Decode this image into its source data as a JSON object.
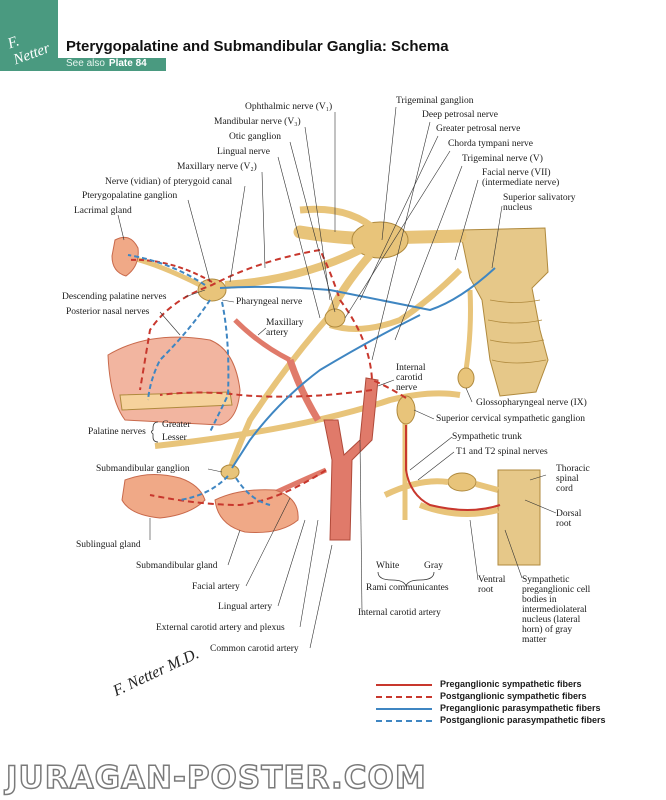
{
  "header": {
    "logo": "F. Netter",
    "title": "Pterygopalatine and Submandibular Ganglia: Schema",
    "see_also": "See also",
    "plate": "Plate 84"
  },
  "labels": {
    "ophthalmic": "Ophthalmic nerve (V₁)",
    "mandibular": "Mandibular nerve (V₃)",
    "otic": "Otic ganglion",
    "lingual_nerve": "Lingual nerve",
    "maxillary_nerve": "Maxillary nerve (V₂)",
    "vidian": "Nerve (vidian) of pterygoid canal",
    "pterygopalatine": "Pterygopalatine ganglion",
    "lacrimal": "Lacrimal gland",
    "trigeminal_ganglion": "Trigeminal ganglion",
    "deep_petrosal": "Deep petrosal nerve",
    "greater_petrosal": "Greater petrosal nerve",
    "chorda": "Chorda tympani nerve",
    "trigeminal_nerve": "Trigeminal nerve (V)",
    "facial_nerve_1": "Facial nerve (VII)",
    "facial_nerve_2": "(intermediate nerve)",
    "sup_salivatory_1": "Superior salivatory",
    "sup_salivatory_2": "nucleus",
    "desc_palatine": "Descending palatine nerves",
    "post_nasal": "Posterior nasal nerves",
    "pharyngeal": "Pharyngeal nerve",
    "maxillary_artery_1": "Maxillary",
    "maxillary_artery_2": "artery",
    "int_carotid_nerve_1": "Internal",
    "int_carotid_nerve_2": "carotid",
    "int_carotid_nerve_3": "nerve",
    "glossopharyngeal": "Glossopharyngeal nerve (IX)",
    "sup_cervical": "Superior cervical sympathetic ganglion",
    "palatine_nerves": "Palatine nerves",
    "greater": "Greater",
    "lesser": "Lesser",
    "sympathetic_trunk": "Sympathetic trunk",
    "t1t2": "T1 and T2 spinal nerves",
    "submandibular_ganglion": "Submandibular ganglion",
    "thoracic_1": "Thoracic",
    "thoracic_2": "spinal",
    "thoracic_3": "cord",
    "dorsal_1": "Dorsal",
    "dorsal_2": "root",
    "sublingual": "Sublingual gland",
    "submandibular_gland": "Submandibular gland",
    "white": "White",
    "gray": "Gray",
    "rami": "Rami communicantes",
    "ventral_1": "Ventral",
    "ventral_2": "root",
    "symp_pre_1": "Sympathetic",
    "symp_pre_2": "preganglionic cell",
    "symp_pre_3": "bodies in",
    "symp_pre_4": "intermediolateral",
    "symp_pre_5": "nucleus (lateral",
    "symp_pre_6": "horn) of gray",
    "symp_pre_7": "matter",
    "facial_artery": "Facial artery",
    "lingual_artery": "Lingual artery",
    "int_carotid_artery": "Internal carotid artery",
    "ext_carotid": "External carotid artery and plexus",
    "common_carotid": "Common carotid artery"
  },
  "legend": [
    {
      "label": "Preganglionic sympathetic fibers",
      "color": "#c8372d",
      "style": "solid"
    },
    {
      "label": "Postganglionic sympathetic fibers",
      "color": "#c8372d",
      "style": "dashed"
    },
    {
      "label": "Preganglionic parasympathetic fibers",
      "color": "#3f86c2",
      "style": "solid"
    },
    {
      "label": "Postganglionic parasympathetic fibers",
      "color": "#3f86c2",
      "style": "dashed"
    }
  ],
  "signature": "F. Netter M.D.",
  "watermark": "JURAGAN-POSTER.COM",
  "colors": {
    "accent": "#4a9a80",
    "nerve": "#e8c47a",
    "sympathetic": "#c8372d",
    "parasympathetic": "#3f86c2",
    "artery": "#e07a6a"
  }
}
